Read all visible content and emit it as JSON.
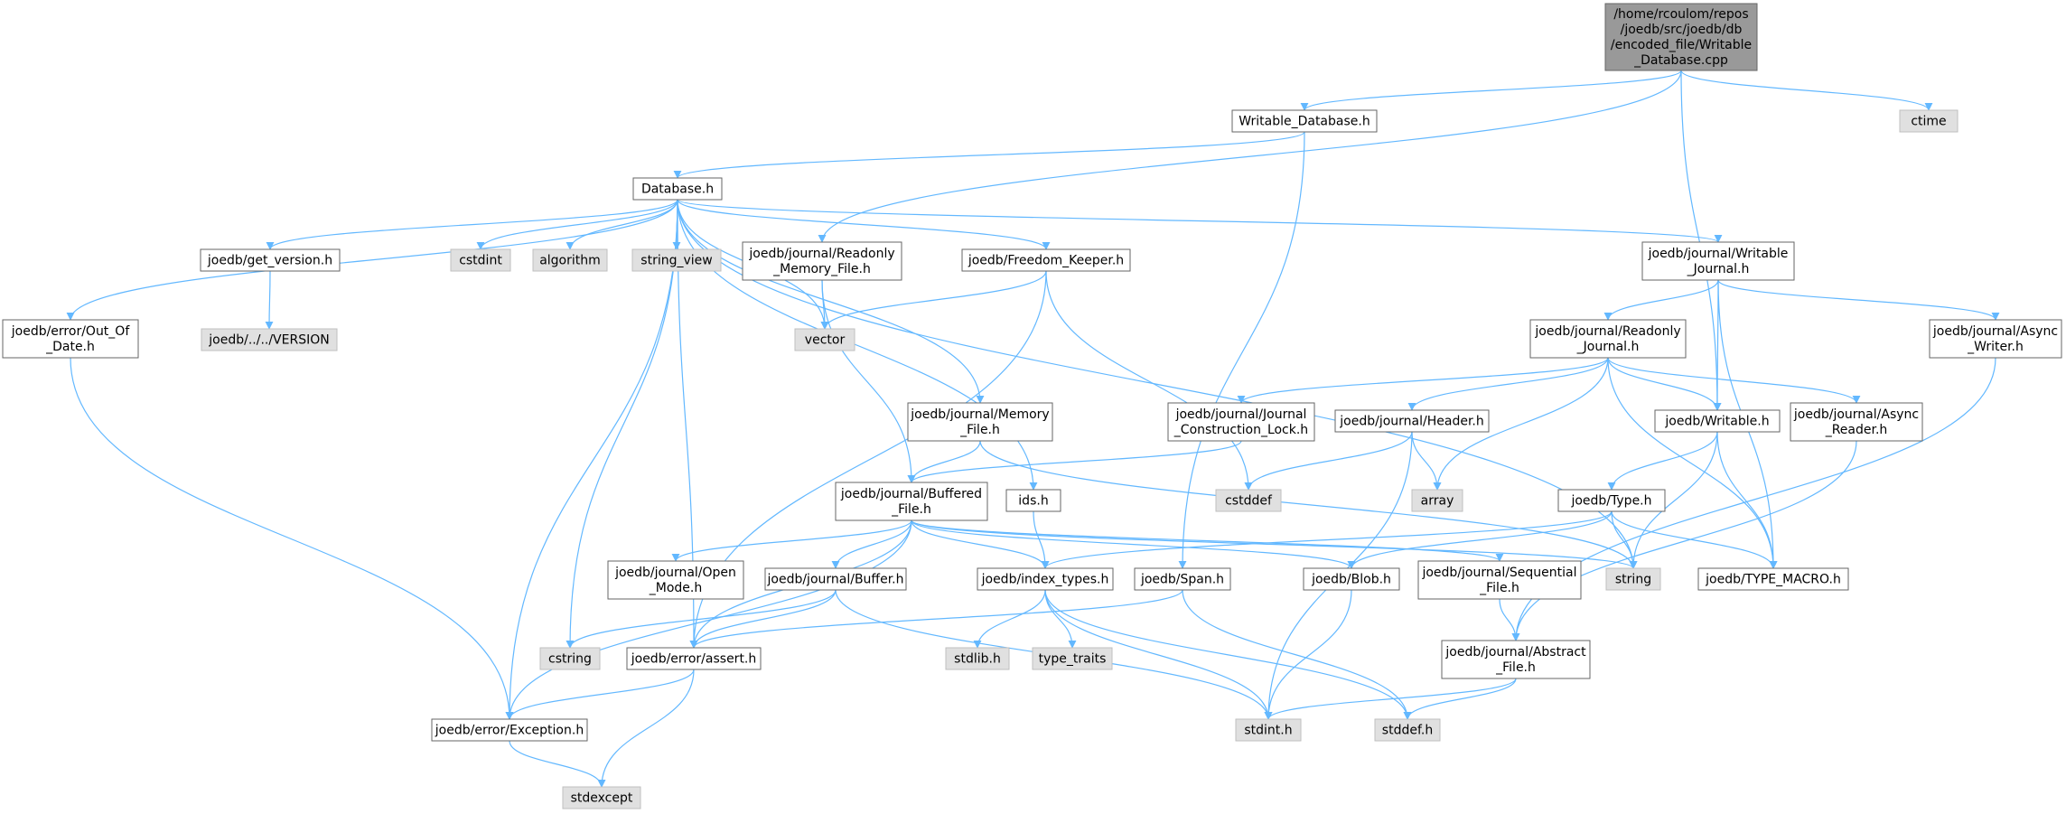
{
  "colors": {
    "edge": "#63b8ff",
    "node_border": "#666666",
    "node_fill_local": "#ffffff",
    "node_fill_system": "#e0e0e0",
    "node_fill_root": "#999999",
    "text": "#000000"
  },
  "nodes": [
    {
      "id": "root",
      "kind": "root",
      "lines": [
        "/home/rcoulom/repos",
        "/joedb/src/joedb/db",
        "/encoded_file/Writable",
        "_Database.cpp"
      ]
    },
    {
      "id": "writable_database_h",
      "kind": "local",
      "lines": [
        "Writable_Database.h"
      ]
    },
    {
      "id": "ctime",
      "kind": "system",
      "lines": [
        "ctime"
      ]
    },
    {
      "id": "database_h",
      "kind": "local",
      "lines": [
        "Database.h"
      ]
    },
    {
      "id": "get_version_h",
      "kind": "local",
      "lines": [
        "joedb/get_version.h"
      ]
    },
    {
      "id": "cstdint",
      "kind": "system",
      "lines": [
        "cstdint"
      ]
    },
    {
      "id": "algorithm",
      "kind": "system",
      "lines": [
        "algorithm"
      ]
    },
    {
      "id": "string_view",
      "kind": "system",
      "lines": [
        "string_view"
      ]
    },
    {
      "id": "readonly_memory_file_h",
      "kind": "local",
      "lines": [
        "joedb/journal/Readonly",
        "_Memory_File.h"
      ]
    },
    {
      "id": "freedom_keeper_h",
      "kind": "local",
      "lines": [
        "joedb/Freedom_Keeper.h"
      ]
    },
    {
      "id": "writable_journal_h",
      "kind": "local",
      "lines": [
        "joedb/journal/Writable",
        "_Journal.h"
      ]
    },
    {
      "id": "out_of_date_h",
      "kind": "local",
      "lines": [
        "joedb/error/Out_Of",
        "_Date.h"
      ]
    },
    {
      "id": "version",
      "kind": "system",
      "lines": [
        "joedb/../../VERSION"
      ]
    },
    {
      "id": "vector",
      "kind": "system",
      "lines": [
        "vector"
      ]
    },
    {
      "id": "readonly_journal_h",
      "kind": "local",
      "lines": [
        "joedb/journal/Readonly",
        "_Journal.h"
      ]
    },
    {
      "id": "async_writer_h",
      "kind": "local",
      "lines": [
        "joedb/journal/Async",
        "_Writer.h"
      ]
    },
    {
      "id": "memory_file_h",
      "kind": "local",
      "lines": [
        "joedb/journal/Memory",
        "_File.h"
      ]
    },
    {
      "id": "journal_construction_lock_h",
      "kind": "local",
      "lines": [
        "joedb/journal/Journal",
        "_Construction_Lock.h"
      ]
    },
    {
      "id": "header_h",
      "kind": "local",
      "lines": [
        "joedb/journal/Header.h"
      ]
    },
    {
      "id": "writable_h",
      "kind": "local",
      "lines": [
        "joedb/Writable.h"
      ]
    },
    {
      "id": "async_reader_h",
      "kind": "local",
      "lines": [
        "joedb/journal/Async",
        "_Reader.h"
      ]
    },
    {
      "id": "buffered_file_h",
      "kind": "local",
      "lines": [
        "joedb/journal/Buffered",
        "_File.h"
      ]
    },
    {
      "id": "ids_h",
      "kind": "local",
      "lines": [
        "ids.h"
      ]
    },
    {
      "id": "cstddef",
      "kind": "system",
      "lines": [
        "cstddef"
      ]
    },
    {
      "id": "array",
      "kind": "system",
      "lines": [
        "array"
      ]
    },
    {
      "id": "type_h",
      "kind": "local",
      "lines": [
        "joedb/Type.h"
      ]
    },
    {
      "id": "open_mode_h",
      "kind": "local",
      "lines": [
        "joedb/journal/Open",
        "_Mode.h"
      ]
    },
    {
      "id": "buffer_h",
      "kind": "local",
      "lines": [
        "joedb/journal/Buffer.h"
      ]
    },
    {
      "id": "index_types_h",
      "kind": "local",
      "lines": [
        "joedb/index_types.h"
      ]
    },
    {
      "id": "span_h",
      "kind": "local",
      "lines": [
        "joedb/Span.h"
      ]
    },
    {
      "id": "blob_h",
      "kind": "local",
      "lines": [
        "joedb/Blob.h"
      ]
    },
    {
      "id": "sequential_file_h",
      "kind": "local",
      "lines": [
        "joedb/journal/Sequential",
        "_File.h"
      ]
    },
    {
      "id": "string",
      "kind": "system",
      "lines": [
        "string"
      ]
    },
    {
      "id": "type_macro_h",
      "kind": "local",
      "lines": [
        "joedb/TYPE_MACRO.h"
      ]
    },
    {
      "id": "cstring",
      "kind": "system",
      "lines": [
        "cstring"
      ]
    },
    {
      "id": "stdlib_h",
      "kind": "system",
      "lines": [
        "stdlib.h"
      ]
    },
    {
      "id": "type_traits",
      "kind": "system",
      "lines": [
        "type_traits"
      ]
    },
    {
      "id": "assert_h",
      "kind": "local",
      "lines": [
        "joedb/error/assert.h"
      ]
    },
    {
      "id": "abstract_file_h",
      "kind": "local",
      "lines": [
        "joedb/journal/Abstract",
        "_File.h"
      ]
    },
    {
      "id": "exception_h",
      "kind": "local",
      "lines": [
        "joedb/error/Exception.h"
      ]
    },
    {
      "id": "stdint_h",
      "kind": "system",
      "lines": [
        "stdint.h"
      ]
    },
    {
      "id": "stddef_h",
      "kind": "system",
      "lines": [
        "stddef.h"
      ]
    },
    {
      "id": "stdexcept",
      "kind": "system",
      "lines": [
        "stdexcept"
      ]
    }
  ],
  "edges": [
    [
      "root",
      "writable_database_h"
    ],
    [
      "root",
      "readonly_memory_file_h"
    ],
    [
      "root",
      "writable_h"
    ],
    [
      "root",
      "ctime"
    ],
    [
      "writable_database_h",
      "database_h"
    ],
    [
      "writable_database_h",
      "span_h"
    ],
    [
      "database_h",
      "out_of_date_h"
    ],
    [
      "database_h",
      "exception_h"
    ],
    [
      "database_h",
      "get_version_h"
    ],
    [
      "database_h",
      "cstring"
    ],
    [
      "database_h",
      "assert_h"
    ],
    [
      "database_h",
      "cstdint"
    ],
    [
      "database_h",
      "algorithm"
    ],
    [
      "database_h",
      "string_view"
    ],
    [
      "database_h",
      "vector"
    ],
    [
      "database_h",
      "freedom_keeper_h"
    ],
    [
      "database_h",
      "ids_h"
    ],
    [
      "database_h",
      "memory_file_h"
    ],
    [
      "database_h",
      "string"
    ],
    [
      "database_h",
      "writable_journal_h"
    ],
    [
      "get_version_h",
      "version"
    ],
    [
      "readonly_memory_file_h",
      "vector"
    ],
    [
      "readonly_memory_file_h",
      "buffered_file_h"
    ],
    [
      "freedom_keeper_h",
      "vector"
    ],
    [
      "freedom_keeper_h",
      "cstddef"
    ],
    [
      "freedom_keeper_h",
      "assert_h"
    ],
    [
      "writable_journal_h",
      "readonly_journal_h"
    ],
    [
      "writable_journal_h",
      "writable_h"
    ],
    [
      "writable_journal_h",
      "async_writer_h"
    ],
    [
      "writable_journal_h",
      "type_macro_h"
    ],
    [
      "out_of_date_h",
      "exception_h"
    ],
    [
      "readonly_journal_h",
      "journal_construction_lock_h"
    ],
    [
      "readonly_journal_h",
      "header_h"
    ],
    [
      "readonly_journal_h",
      "writable_h"
    ],
    [
      "readonly_journal_h",
      "async_reader_h"
    ],
    [
      "readonly_journal_h",
      "array"
    ],
    [
      "readonly_journal_h",
      "type_macro_h"
    ],
    [
      "async_writer_h",
      "abstract_file_h"
    ],
    [
      "memory_file_h",
      "buffered_file_h"
    ],
    [
      "memory_file_h",
      "string"
    ],
    [
      "journal_construction_lock_h",
      "buffered_file_h"
    ],
    [
      "header_h",
      "cstddef"
    ],
    [
      "header_h",
      "array"
    ],
    [
      "header_h",
      "stdint_h"
    ],
    [
      "writable_h",
      "type_h"
    ],
    [
      "writable_h",
      "string"
    ],
    [
      "writable_h",
      "type_macro_h"
    ],
    [
      "async_reader_h",
      "abstract_file_h"
    ],
    [
      "buffered_file_h",
      "open_mode_h"
    ],
    [
      "buffered_file_h",
      "buffer_h"
    ],
    [
      "buffered_file_h",
      "index_types_h"
    ],
    [
      "buffered_file_h",
      "blob_h"
    ],
    [
      "buffered_file_h",
      "sequential_file_h"
    ],
    [
      "buffered_file_h",
      "string"
    ],
    [
      "buffered_file_h",
      "assert_h"
    ],
    [
      "buffered_file_h",
      "exception_h"
    ],
    [
      "ids_h",
      "index_types_h"
    ],
    [
      "type_h",
      "index_types_h"
    ],
    [
      "type_h",
      "blob_h"
    ],
    [
      "type_h",
      "string"
    ],
    [
      "type_h",
      "type_macro_h"
    ],
    [
      "buffer_h",
      "cstring"
    ],
    [
      "buffer_h",
      "assert_h"
    ],
    [
      "buffer_h",
      "stdint_h"
    ],
    [
      "index_types_h",
      "stdlib_h"
    ],
    [
      "index_types_h",
      "type_traits"
    ],
    [
      "index_types_h",
      "stdint_h"
    ],
    [
      "index_types_h",
      "stddef_h"
    ],
    [
      "span_h",
      "assert_h"
    ],
    [
      "span_h",
      "stddef_h"
    ],
    [
      "blob_h",
      "stdint_h"
    ],
    [
      "sequential_file_h",
      "abstract_file_h"
    ],
    [
      "assert_h",
      "exception_h"
    ],
    [
      "assert_h",
      "stdexcept"
    ],
    [
      "abstract_file_h",
      "stdint_h"
    ],
    [
      "abstract_file_h",
      "stddef_h"
    ],
    [
      "exception_h",
      "stdexcept"
    ]
  ]
}
